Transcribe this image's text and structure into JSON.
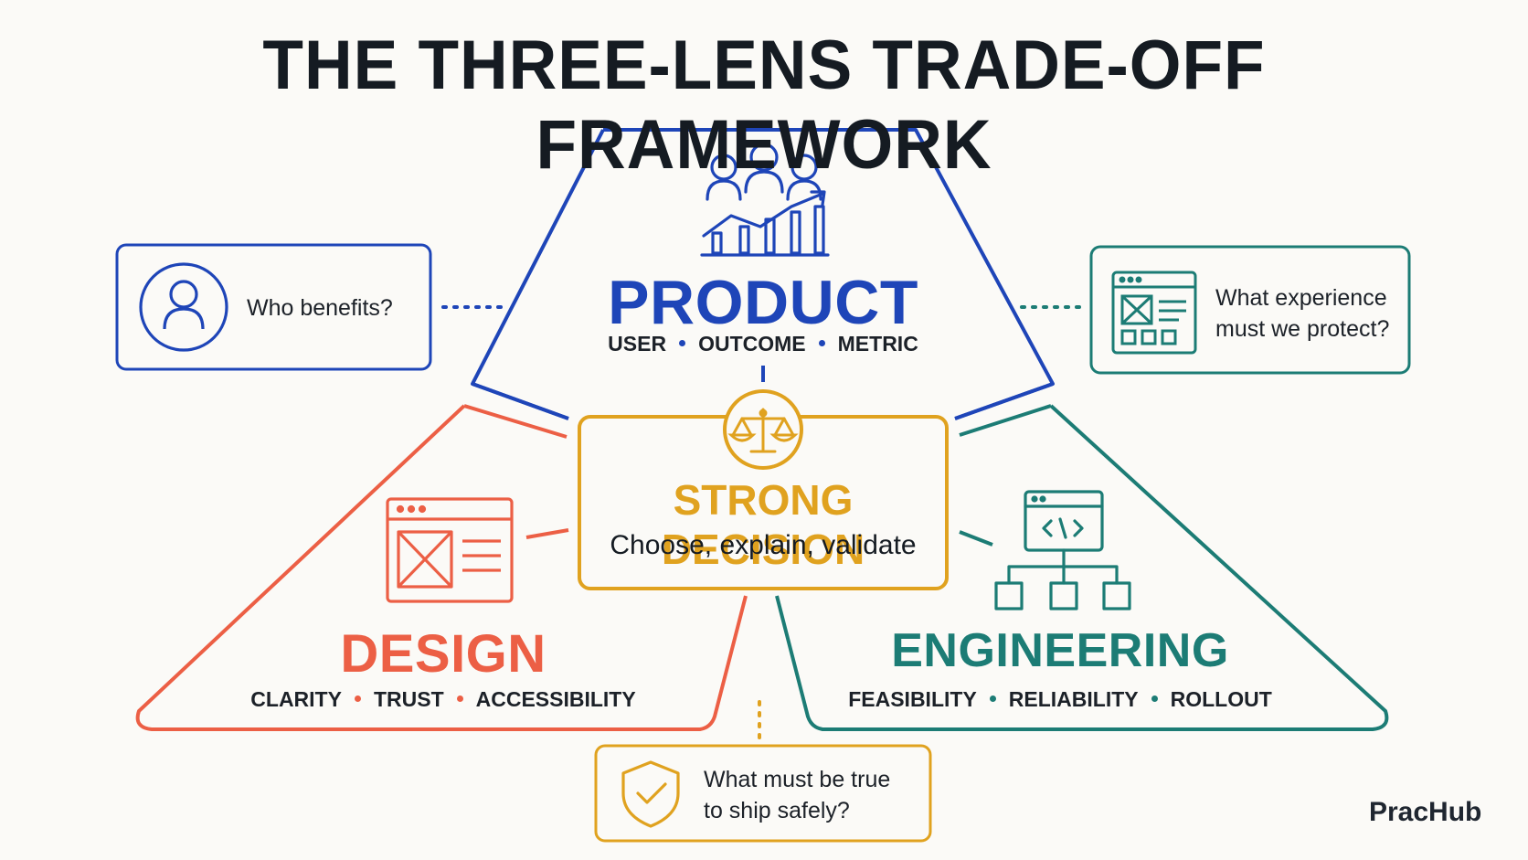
{
  "title": "THE THREE-LENS TRADE-OFF FRAMEWORK",
  "colors": {
    "product": "#1e45b8",
    "design": "#ec5f45",
    "engineering": "#1c7c75",
    "decision": "#e0a21f",
    "text": "#151b22"
  },
  "product": {
    "label": "PRODUCT",
    "keywords": [
      "USER",
      "OUTCOME",
      "METRIC"
    ],
    "icon": "team-growth-chart-icon"
  },
  "design": {
    "label": "DESIGN",
    "keywords": [
      "CLARITY",
      "TRUST",
      "ACCESSIBILITY"
    ],
    "icon": "wireframe-layout-icon"
  },
  "engineering": {
    "label": "ENGINEERING",
    "keywords": [
      "FEASIBILITY",
      "RELIABILITY",
      "ROLLOUT"
    ],
    "icon": "code-hierarchy-icon"
  },
  "decision": {
    "label": "STRONG DECISION",
    "subtitle": "Choose, explain, validate",
    "icon": "balance-scale-icon"
  },
  "questions": {
    "product": {
      "text": "Who benefits?",
      "icon": "user-icon"
    },
    "design": {
      "line1": "What experience",
      "line2": "must we protect?",
      "icon": "layout-window-icon"
    },
    "engineering": {
      "line1": "What must be true",
      "line2": "to ship safely?",
      "icon": "shield-check-icon"
    }
  },
  "brand": "PracHub"
}
